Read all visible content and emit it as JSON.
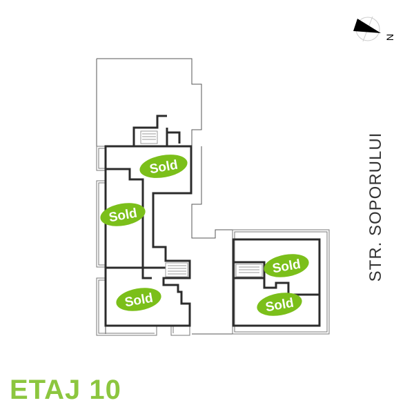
{
  "compass": {
    "icon": "compass-north-icon",
    "label": "N"
  },
  "street_label": "STR. SOPORULUI",
  "floor_label": "ETAJ 10",
  "colors": {
    "accent": "#8cc63f",
    "badge": "#7bbf1a",
    "wall": "#2b2b2b"
  },
  "apartments": [
    {
      "status": "Sold"
    },
    {
      "status": "Sold"
    },
    {
      "status": "Sold"
    },
    {
      "status": "Sold"
    },
    {
      "status": "Sold"
    }
  ]
}
